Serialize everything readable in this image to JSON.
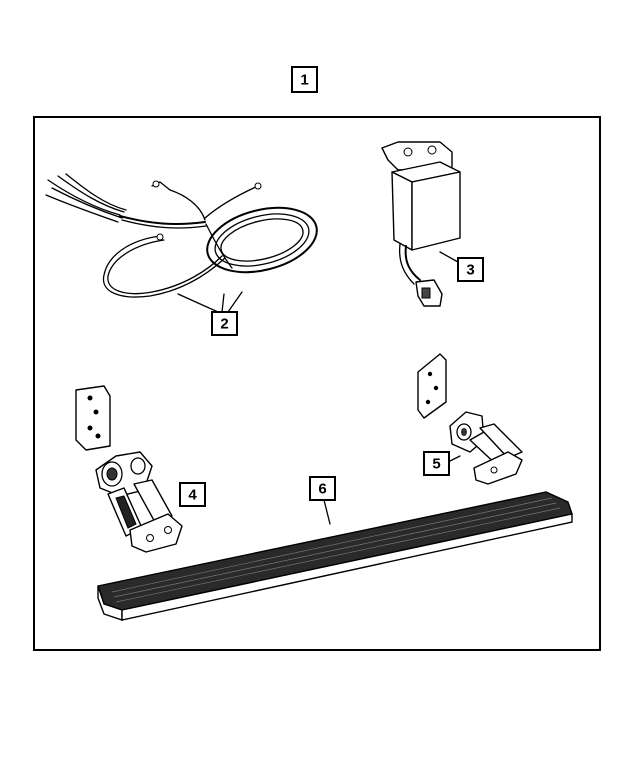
{
  "callouts": {
    "kit": "1",
    "harness": "2",
    "module": "3",
    "front_bracket": "4",
    "rear_bracket": "5",
    "running_board": "6"
  }
}
